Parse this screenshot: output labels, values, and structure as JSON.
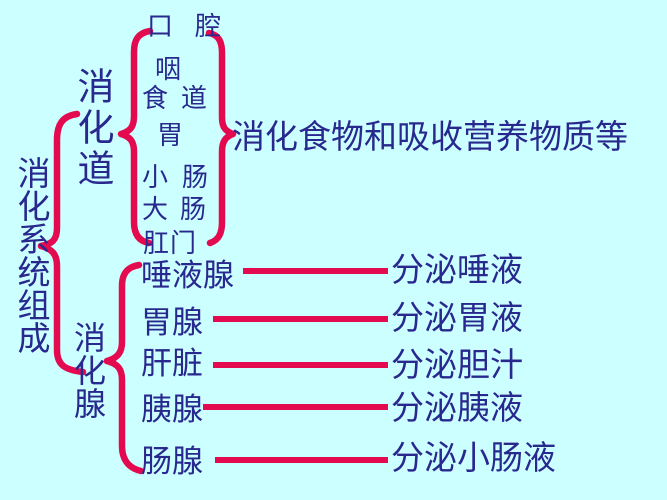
{
  "slide": {
    "root_label": "消化系统组成",
    "tract": {
      "label": "消化道",
      "organs": [
        "口腔",
        "咽",
        "食道",
        "胃",
        "小肠",
        "大肠",
        "肛门"
      ],
      "function": "消化食物和吸收营养物质等"
    },
    "glands": {
      "label": "消化腺",
      "rows": [
        {
          "gland": "唾液腺",
          "secretion": "分泌唾液"
        },
        {
          "gland": "胃腺",
          "secretion": "分泌胃液"
        },
        {
          "gland": "肝脏",
          "secretion": "分泌胆汁"
        },
        {
          "gland": "胰腺",
          "secretion": "分泌胰液"
        },
        {
          "gland": "肠腺",
          "secretion": "分泌小肠液"
        }
      ]
    }
  },
  "colors": {
    "background": "#ccffff",
    "text": "#28288e",
    "accent": "#e30a50"
  }
}
